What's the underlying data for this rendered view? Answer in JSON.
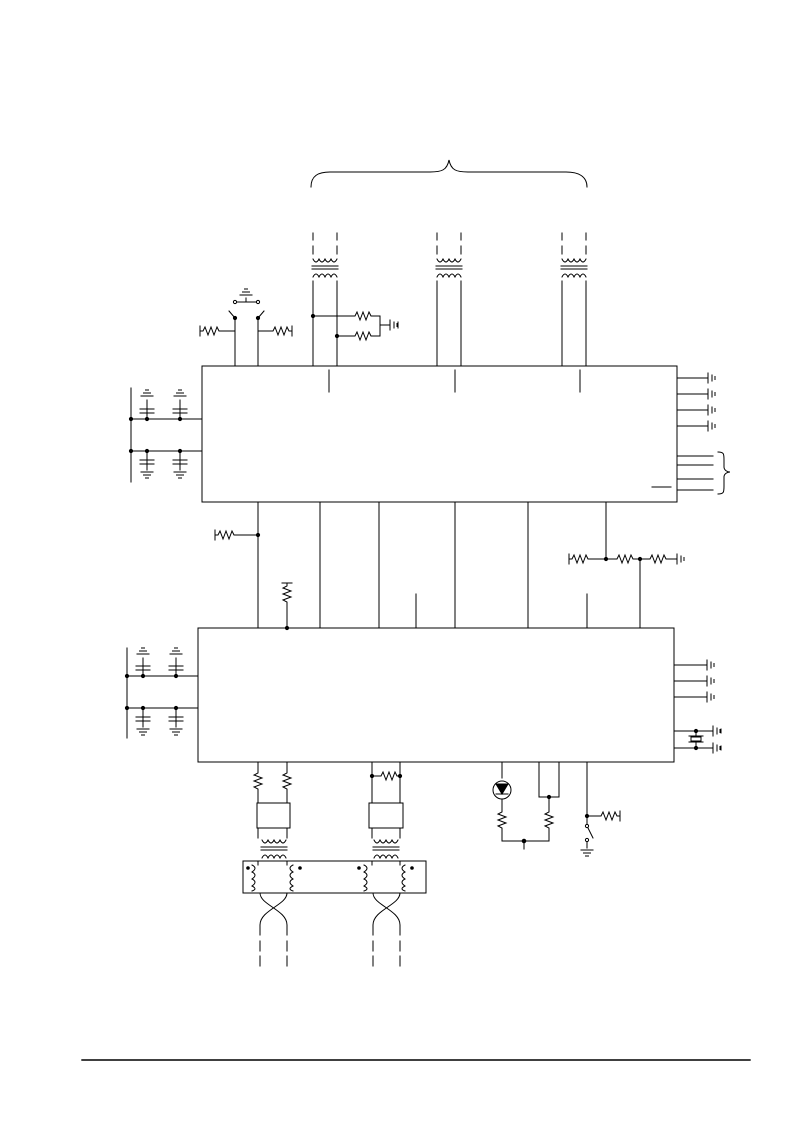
{
  "document": {
    "type": "schematic-page",
    "colors": {
      "ink": "#000000",
      "paper": "#ffffff"
    },
    "contains_text": false
  },
  "upper_block": {
    "kind": "integrated-circuit",
    "top_channels": 3,
    "supply_bypass_capacitor_pairs": 2,
    "right_side_pins_to_ground": 4,
    "right_side_bus_pins": 4
  },
  "lower_block": {
    "kind": "integrated-circuit",
    "supply_bypass_capacitor_pairs": 2,
    "right_side_pins_to_ground": 3,
    "crystal": true,
    "led_indicator": true,
    "reset_switch": true
  },
  "magnetics": {
    "top_transformers": 3,
    "bottom_transformers": 2,
    "bottom_twisted_pairs": 2
  },
  "footer": {
    "rule": true
  }
}
